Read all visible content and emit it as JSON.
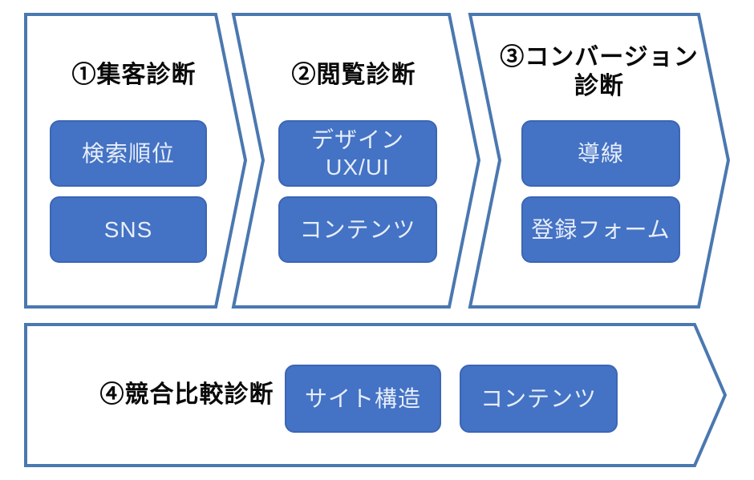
{
  "diagram": {
    "description": "Website diagnosis process flow, four chevron arrow steps",
    "colors": {
      "background": "#ffffff",
      "outline": "#4a78b0",
      "shape_fill": "#ffffff",
      "button_fill": "#4472c4",
      "button_border": "#3c66b4",
      "button_text": "#e7eef9",
      "title_text": "#0a0a0a"
    },
    "steps": [
      {
        "title": "①集客診断",
        "items": [
          "検索順位",
          "SNS"
        ]
      },
      {
        "title": "②閲覧診断",
        "items": [
          "デザイン\nUX/UI",
          "コンテンツ"
        ]
      },
      {
        "title": "③コンバージョン\n診断",
        "items": [
          "導線",
          "登録フォーム"
        ]
      },
      {
        "title": "④競合比較診断",
        "items": [
          "サイト構造",
          "コンテンツ"
        ]
      }
    ]
  }
}
